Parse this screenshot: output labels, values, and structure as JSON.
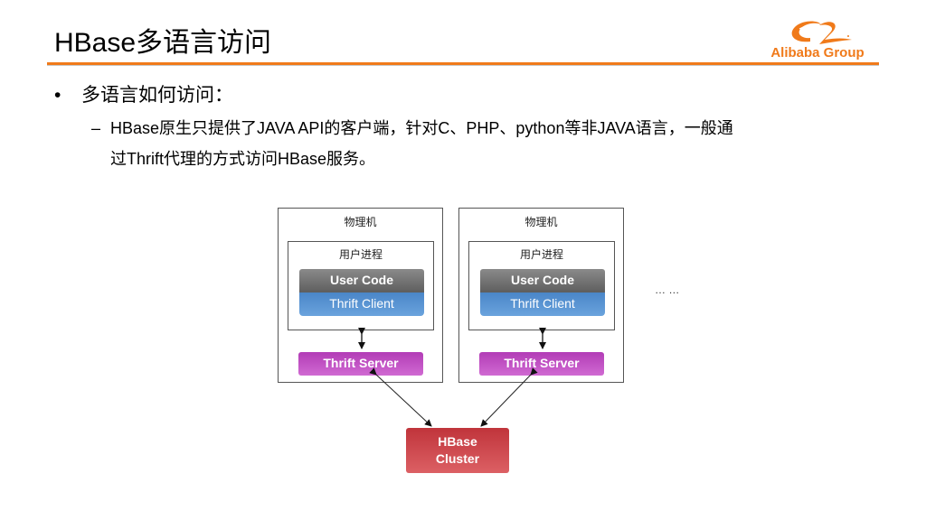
{
  "slide": {
    "title": "HBase多语言访问",
    "logo": {
      "text": "Alibaba Group",
      "icon": "alibaba-logo-icon",
      "brand_color": "#f07a1a"
    },
    "bullet": {
      "marker": "•",
      "text": "多语言如何访问："
    },
    "sub_bullet": {
      "marker": "–",
      "line1": "HBase原生只提供了JAVA API的客户端，针对C、PHP、python等非JAVA语言，一般通",
      "line2": "过Thrift代理的方式访问HBase服务。"
    }
  },
  "diagram": {
    "machines": [
      {
        "label": "物理机",
        "process_label": "用户进程",
        "user_code": "User Code",
        "thrift_client": "Thrift Client",
        "thrift_server": "Thrift Server"
      },
      {
        "label": "物理机",
        "process_label": "用户进程",
        "user_code": "User Code",
        "thrift_client": "Thrift Client",
        "thrift_server": "Thrift Server"
      }
    ],
    "ellipsis": "… …",
    "cluster": {
      "line1": "HBase",
      "line2": "Cluster"
    },
    "colors": {
      "user_code": "#6e6e6e",
      "thrift_client": "#5a95d4",
      "thrift_server": "#c04fc4",
      "hbase_cluster": "#cc4a50",
      "accent_rule": "#f07a1a"
    }
  }
}
